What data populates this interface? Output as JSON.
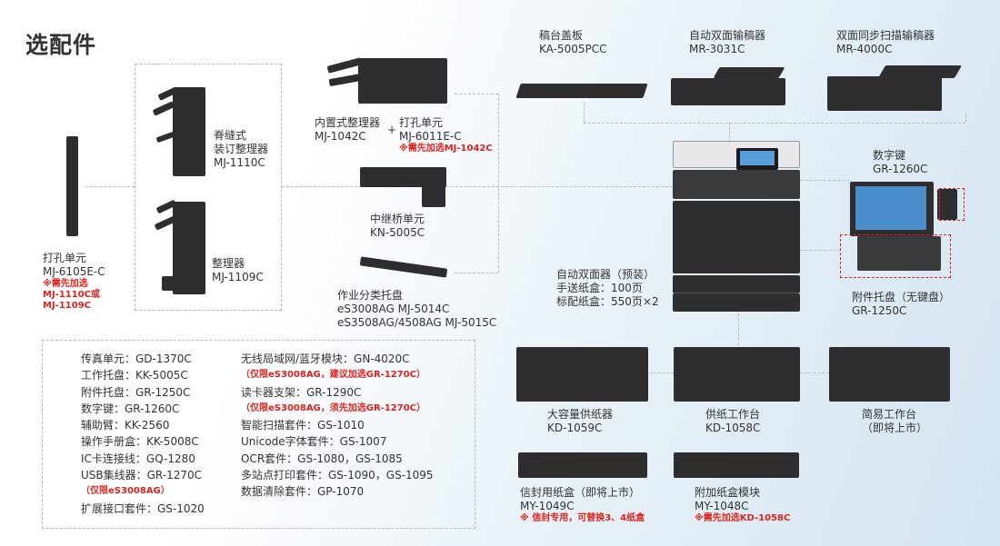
{
  "title": "选配件",
  "devices": {
    "punch_unit_b": {
      "name": "打孔单元",
      "model": "MJ-6105E-C",
      "note_lines": [
        "※需先加选",
        "MJ-1110C或",
        "MJ-1109C"
      ]
    },
    "saddle_finisher": {
      "name_lines": [
        "脊缝式",
        "装订整理器"
      ],
      "model": "MJ-1110C"
    },
    "finisher": {
      "name": "整理器",
      "model": "MJ-1109C"
    },
    "inner_finisher": {
      "name": "内置式整理器",
      "model": "MJ-1042C"
    },
    "plus": "+",
    "punch_unit_a": {
      "name": "打孔单元",
      "model": "MJ-6011E-C",
      "note": "※需先加选MJ-1042C"
    },
    "bridge_unit": {
      "name": "中继桥单元",
      "model": "KN-5005C"
    },
    "job_separator": {
      "name": "作业分类托盘",
      "lines": [
        "eS3008AG MJ-5014C",
        "eS3508AG/4508AG MJ-5015C"
      ]
    },
    "platen_cover": {
      "name": "稿台盖板",
      "model": "KA-5005PCC"
    },
    "radf": {
      "name": "自动双面输稿器",
      "model": "MR-3031C"
    },
    "dsdf": {
      "name": "双面同步扫描输稿器",
      "model": "MR-4000C"
    },
    "keypad": {
      "name": "数字键",
      "model": "GR-1260C"
    },
    "duplex_info": {
      "lines": [
        "自动双面器（预装）",
        "手送纸盒：100页",
        "标配纸盒：550页×2"
      ]
    },
    "attachment_tray": {
      "name": "附件托盘（无键盘）",
      "model": "GR-1250C"
    },
    "lcf": {
      "name": "大容量供纸器",
      "model": "KD-1059C"
    },
    "feeder_pedestal": {
      "name": "供纸工作台",
      "model": "KD-1058C"
    },
    "simple_stand": {
      "name": "简易工作台",
      "note": "（即将上市）"
    },
    "envelope_cassette": {
      "name": "信封用纸盒（即将上市）",
      "model": "MY-1049C",
      "note": "※ 信封专用，可替换3、4纸盒"
    },
    "extra_drawer": {
      "name": "附加纸盒模块",
      "model": "MY-1048C",
      "note": "※需先加选KD-1058C"
    }
  },
  "accessories_left": [
    {
      "text": "传真单元：GD-1370C"
    },
    {
      "text": "工作托盘：KK-5005C"
    },
    {
      "text": "附件托盘：GR-1250C"
    },
    {
      "text": "数字键：GR-1260C"
    },
    {
      "text": "辅助臂：KK-2560"
    },
    {
      "text": "操作手册盒：KK-5008C"
    },
    {
      "text": "IC卡连接线：GQ-1280"
    },
    {
      "text": "USB集线器：GR-1270C"
    },
    {
      "text": "（仅限eS3008AG）",
      "red": true
    },
    {
      "text": "扩展接口套件：GS-1020"
    }
  ],
  "accessories_right": [
    {
      "text": "无线局域网/蓝牙模块：GN-4020C"
    },
    {
      "text": "（仅限eS3008AG，建议加选GR-1270C）",
      "red": true
    },
    {
      "text": "读卡器支架：GR-1290C"
    },
    {
      "text": "（仅限eS3008AG，须先加选GR-1270C）",
      "red": true
    },
    {
      "text": "智能扫描套件：GS-1010"
    },
    {
      "text": "Unicode字体套件：GS-1007"
    },
    {
      "text": "OCR套件：GS-1080，GS-1085"
    },
    {
      "text": "多站点打印套件：GS-1090，GS-1095"
    },
    {
      "text": "数据清除套件：GP-1070"
    }
  ],
  "colors": {
    "accent_red": "#e0221d",
    "device": "#2e2e30",
    "dashed_line": "#b9b9b9"
  }
}
